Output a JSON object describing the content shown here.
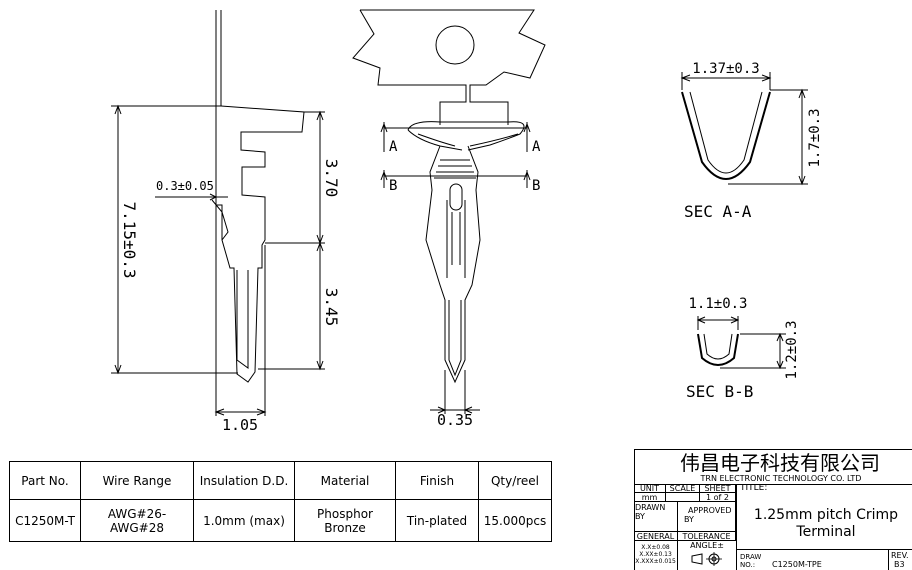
{
  "side_view": {
    "overall_length": "7.15±0.3",
    "upper_length": "3.70",
    "lower_length": "3.45",
    "thickness": "0.3±0.05",
    "width": "1.05"
  },
  "front_view": {
    "tip_width": "0.35",
    "section_a": "A",
    "section_b": "B"
  },
  "sec_aa": {
    "title": "SEC A-A",
    "width_dim": "1.37±0.3",
    "height_dim": "1.7±0.3"
  },
  "sec_bb": {
    "title": "SEC B-B",
    "width_dim": "1.1±0.3",
    "height_dim": "1.2±0.3"
  },
  "spec_table": {
    "headers": [
      "Part No.",
      "Wire Range",
      "Insulation D.D.",
      "Material",
      "Finish",
      "Qty/reel"
    ],
    "row": {
      "part_no": "C1250M-T",
      "wire_range": "AWG#26-AWG#28",
      "insulation": "1.0mm (max)",
      "material_1": "Phosphor",
      "material_2": "Bronze",
      "finish": "Tin-plated",
      "qty": "15.000pcs"
    }
  },
  "title_block": {
    "company_cn": "伟昌电子科技有限公司",
    "company_en": "TRN ELECTRONIC TECHNOLOGY CO. LTD",
    "unit_label": "UNIT",
    "unit_value": "mm",
    "scale_label": "SCALE",
    "sheet_label": "SHEET",
    "sheet_value": "1 of 2",
    "title_label": "TITLE:",
    "drawn_by": "DRAWN BY",
    "approved_1": "APPROVED",
    "approved_2": "BY",
    "title_line1": "1.25mm pitch Crimp",
    "title_line2": "Terminal",
    "general": "GENERAL",
    "tolerance": "TOLERANCE",
    "angle": "ANGLE±",
    "tol_1": "X.X±0.08",
    "tol_2": "X.XX±0.13",
    "tol_3": "X.XXX±0.015",
    "draw_label_1": "DRAW",
    "draw_label_2": "NO.:",
    "draw_no": "C1250M-TPE",
    "rev_label": "REV.",
    "rev_value": "B3"
  }
}
